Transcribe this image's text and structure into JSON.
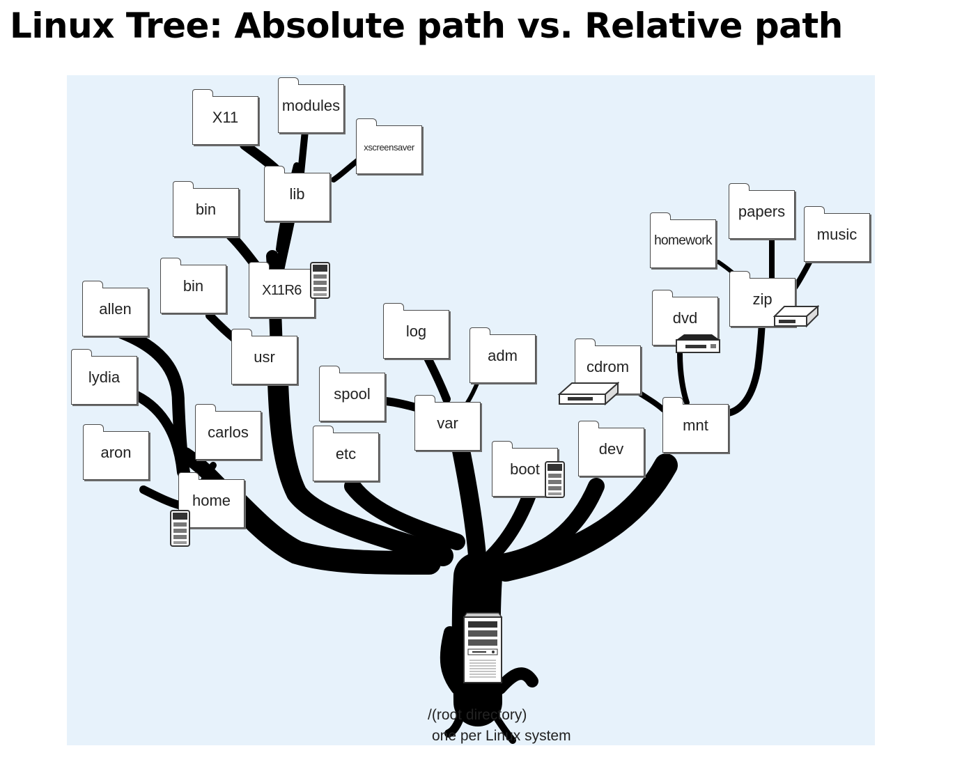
{
  "title": "Linux Tree: Absolute path vs. Relative path",
  "folders": {
    "x11": "X11",
    "modules": "modules",
    "xscreensaver": "xscreensaver",
    "lib": "lib",
    "bin_upper": "bin",
    "x11r6": "X11R6",
    "bin_lower": "bin",
    "usr": "usr",
    "allen": "allen",
    "lydia": "lydia",
    "aron": "aron",
    "carlos": "carlos",
    "home": "home",
    "log": "log",
    "adm": "adm",
    "spool": "spool",
    "var": "var",
    "etc": "etc",
    "boot": "boot",
    "dev": "dev",
    "cdrom": "cdrom",
    "mnt": "mnt",
    "dvd": "dvd",
    "homework": "homework",
    "papers": "papers",
    "music": "music",
    "zip": "zip"
  },
  "root": {
    "line1": "/(root directory)",
    "line2": "one per Linux system"
  },
  "icons": {
    "drive": "hard-drive-icon",
    "server": "computer-tower-icon",
    "cdrom": "cd-drive-icon",
    "dvd": "dvd-drive-icon",
    "zip": "zip-drive-icon"
  },
  "colors": {
    "background": "#e7f2fb",
    "branch": "#000000"
  }
}
